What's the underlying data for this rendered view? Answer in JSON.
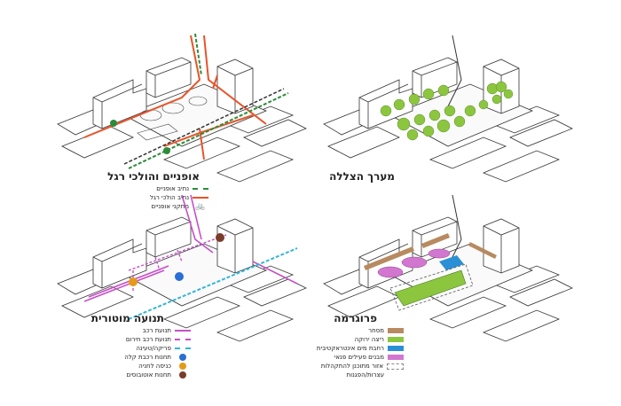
{
  "panels": {
    "mobility": {
      "title": "אופניים והולכי רגל",
      "legend": [
        {
          "label": "נתיב אופניים",
          "color": "#2e8b3a",
          "type": "dash"
        },
        {
          "label": "נתיב הולכי רגל",
          "color": "#e8542a",
          "type": "line"
        },
        {
          "label": "מתקני אופניים",
          "color": "#2e8b3a",
          "type": "bike"
        }
      ]
    },
    "shade": {
      "title": "מערך הצללה"
    },
    "traffic": {
      "title": "תנועה מוטורית",
      "legend": [
        {
          "label": "תנועת רכב",
          "color": "#c64fc8",
          "type": "line"
        },
        {
          "label": "תנועת רכב חירום",
          "color": "#c64fc8",
          "type": "dash"
        },
        {
          "label": "פריקה/טעינה",
          "color": "#35b5d8",
          "type": "dash"
        },
        {
          "label": "תחנות רכבת קלה",
          "color": "#2a6fd6",
          "type": "dot"
        },
        {
          "label": "כניסה לחניה",
          "color": "#e59a1a",
          "type": "dot"
        },
        {
          "label": "תחנות אוטובוסים",
          "color": "#7a3b2a",
          "type": "dot"
        }
      ]
    },
    "program": {
      "title": "פרוגרמה",
      "legend": [
        {
          "label": "מסחר",
          "color": "#b88a60",
          "type": "swatch"
        },
        {
          "label": "ריצה ירוקה",
          "color": "#8cc63f",
          "type": "swatch"
        },
        {
          "label": "רחבת מים אינטראקטיבית",
          "color": "#2b8fd6",
          "type": "swatch"
        },
        {
          "label": "מבנים פעילים פנאי",
          "color": "#d277cf",
          "type": "swatch"
        },
        {
          "label": "אזור מתוכנן להתקהלות",
          "color": "#888888",
          "type": "dashbox"
        },
        {
          "label": "עצרות/הפגנות",
          "color": "",
          "type": "text"
        }
      ]
    }
  },
  "icons": {
    "bike": "bicycle-icon",
    "rail": "light-rail-icon",
    "parking": "parking-icon",
    "bus": "bus-icon"
  }
}
